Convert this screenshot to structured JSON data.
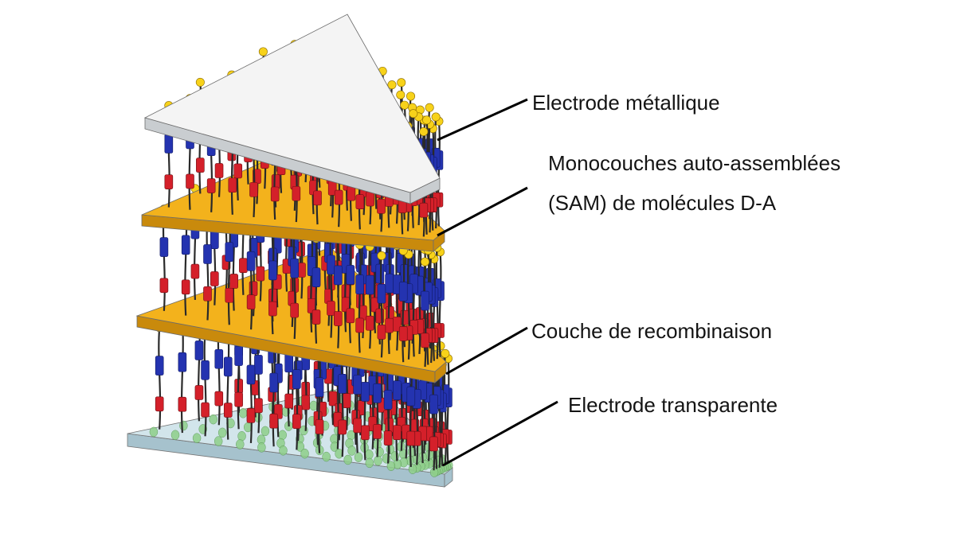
{
  "labels": {
    "electrode_metallique": "Electrode métallique",
    "sam_line1": "Monocouches auto-assemblées",
    "sam_line2": "(SAM) de molécules D-A",
    "couche_recombinaison": "Couche de recombinaison",
    "electrode_transparente": "Electrode transparente"
  },
  "colors": {
    "metal_top": "#f4f4f4",
    "metal_side": "#c9cdd0",
    "gold_top": "#f3b21c",
    "gold_side": "#c98a0c",
    "glass_top": "#cfe3ea",
    "glass_side": "#9fbdc9",
    "donor": "#2433b0",
    "acceptor": "#d4202a",
    "head": "#f7d21a",
    "anchor": "#8fcf8a",
    "linker": "#2a2a2a",
    "leader": "#000000"
  }
}
